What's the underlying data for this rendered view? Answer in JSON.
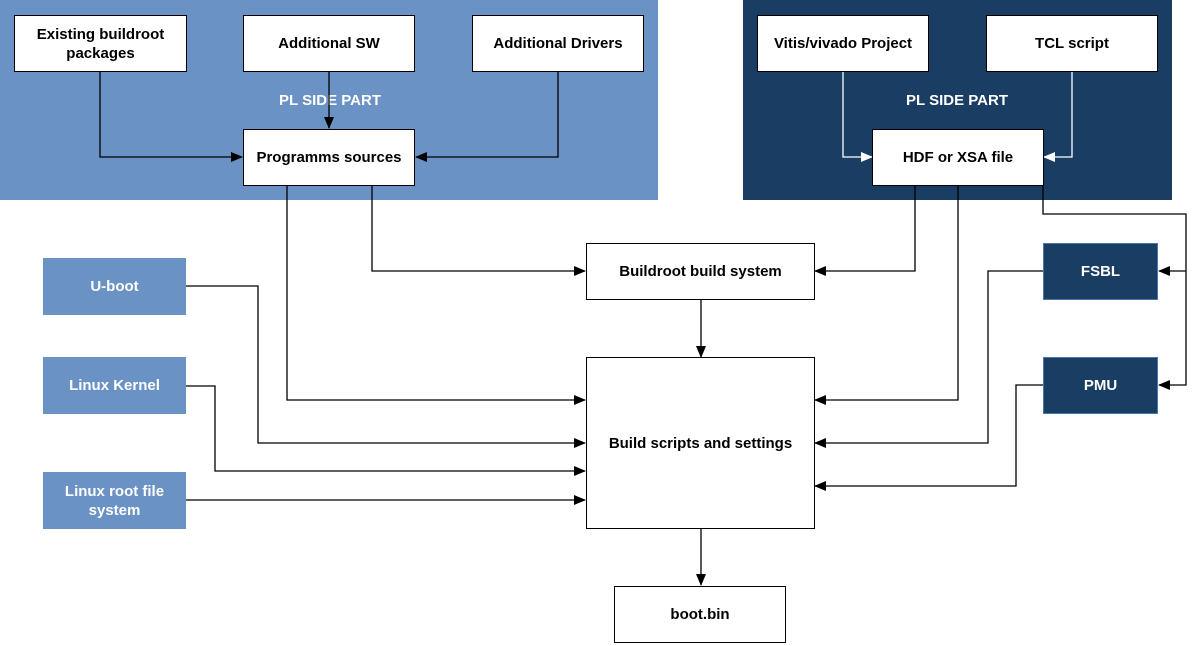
{
  "colors": {
    "region_left": "#6a92c4",
    "region_right": "#1a3d63",
    "node_white": "#ffffff",
    "node_light": "#6a92c4",
    "node_dark": "#1a3d63",
    "edge": "#000000"
  },
  "regions": {
    "left_label": "PL SIDE PART",
    "right_label": "PL SIDE PART"
  },
  "nodes": {
    "existing_packages": "Existing buildroot\npackages",
    "additional_sw": "Additional SW",
    "additional_drivers": "Additional Drivers",
    "programms_sources": "Programms sources",
    "vivado_project": "Vitis/vivado Project",
    "tcl_script": "TCL script",
    "hdf_xsa": "HDF or XSA file",
    "buildroot": "Buildroot build system",
    "fsbl": "FSBL",
    "pmu": "PMU",
    "uboot": "U-boot",
    "linux_kernel": "Linux Kernel",
    "rootfs": "Linux root file\nsystem",
    "build_scripts": "Build scripts and settings",
    "boot_bin": "boot.bin"
  },
  "edges": [
    {
      "from": "existing_packages",
      "to": "programms_sources"
    },
    {
      "from": "additional_sw",
      "to": "programms_sources"
    },
    {
      "from": "additional_drivers",
      "to": "programms_sources"
    },
    {
      "from": "vivado_project",
      "to": "hdf_xsa"
    },
    {
      "from": "tcl_script",
      "to": "hdf_xsa"
    },
    {
      "from": "programms_sources",
      "to": "buildroot"
    },
    {
      "from": "programms_sources",
      "to": "build_scripts"
    },
    {
      "from": "hdf_xsa",
      "to": "buildroot"
    },
    {
      "from": "hdf_xsa",
      "to": "build_scripts"
    },
    {
      "from": "hdf_xsa",
      "to": "fsbl"
    },
    {
      "from": "hdf_xsa",
      "to": "pmu"
    },
    {
      "from": "buildroot",
      "to": "build_scripts"
    },
    {
      "from": "fsbl",
      "to": "build_scripts"
    },
    {
      "from": "pmu",
      "to": "build_scripts"
    },
    {
      "from": "uboot",
      "to": "build_scripts"
    },
    {
      "from": "linux_kernel",
      "to": "build_scripts"
    },
    {
      "from": "rootfs",
      "to": "build_scripts"
    },
    {
      "from": "build_scripts",
      "to": "boot_bin"
    }
  ]
}
